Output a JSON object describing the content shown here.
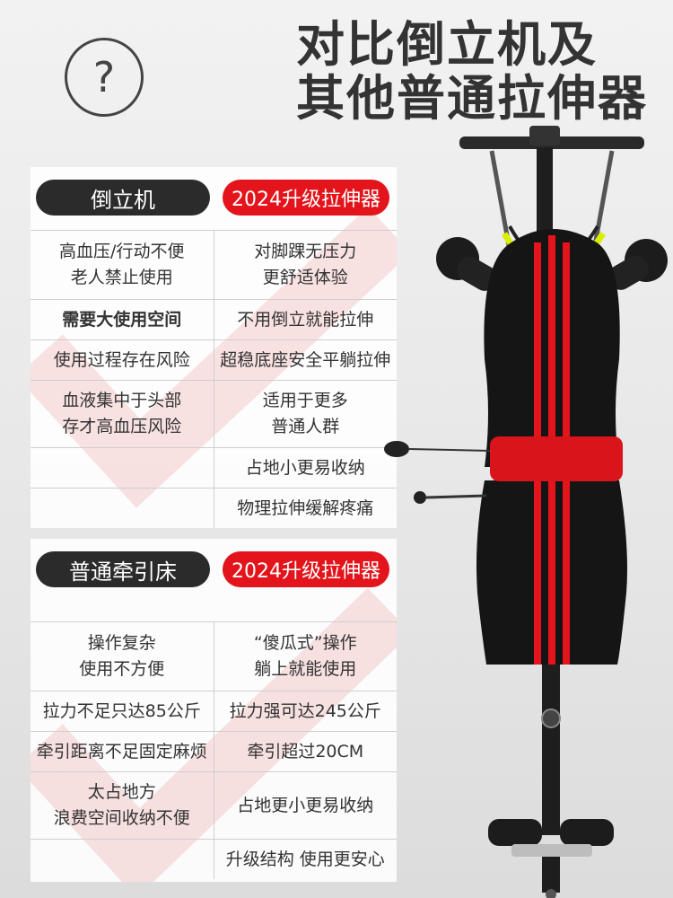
{
  "title": {
    "line1": "对比倒立机及",
    "line2": "其他普通拉伸器"
  },
  "question_mark": "?",
  "section1": {
    "left_header": "倒立机",
    "right_header": "2024升级拉伸器",
    "rows": [
      {
        "left": [
          "高血压/行动不便",
          "老人禁止使用"
        ],
        "right": [
          "对脚踝无压力",
          "更舒适体验"
        ]
      },
      {
        "left": [
          "需要大使用空间"
        ],
        "right": [
          "不用倒立就能拉伸"
        ]
      },
      {
        "left": [
          "使用过程存在风险"
        ],
        "right": [
          "超稳底座安全平躺拉伸"
        ]
      },
      {
        "left": [
          "血液集中于头部",
          "存才高血压风险"
        ],
        "right": [
          "适用于更多",
          "普通人群"
        ]
      },
      {
        "left": [],
        "right": [
          "占地小更易收纳"
        ]
      },
      {
        "left": [],
        "right": [
          "物理拉伸缓解疼痛"
        ]
      }
    ]
  },
  "section2": {
    "left_header": "普通牵引床",
    "right_header": "2024升级拉伸器",
    "rows": [
      {
        "left": [
          "操作复杂",
          "使用不方便"
        ],
        "right": [
          "“傻瓜式”操作",
          "躺上就能使用"
        ]
      },
      {
        "left": [
          "拉力不足只达85公斤"
        ],
        "right": [
          "拉力强可达245公斤"
        ]
      },
      {
        "left": [
          "牵引距离不足固定麻烦"
        ],
        "right": [
          "牵引超过20CM"
        ]
      },
      {
        "left": [
          "太占地方",
          "浪费空间收纳不便"
        ],
        "right": [
          "占地更小更易收纳"
        ]
      },
      {
        "left": [],
        "right": [
          "升级结构 使用更安心"
        ]
      }
    ]
  },
  "colors": {
    "accent_red": "#e3141b",
    "dark": "#2b2b2b"
  }
}
